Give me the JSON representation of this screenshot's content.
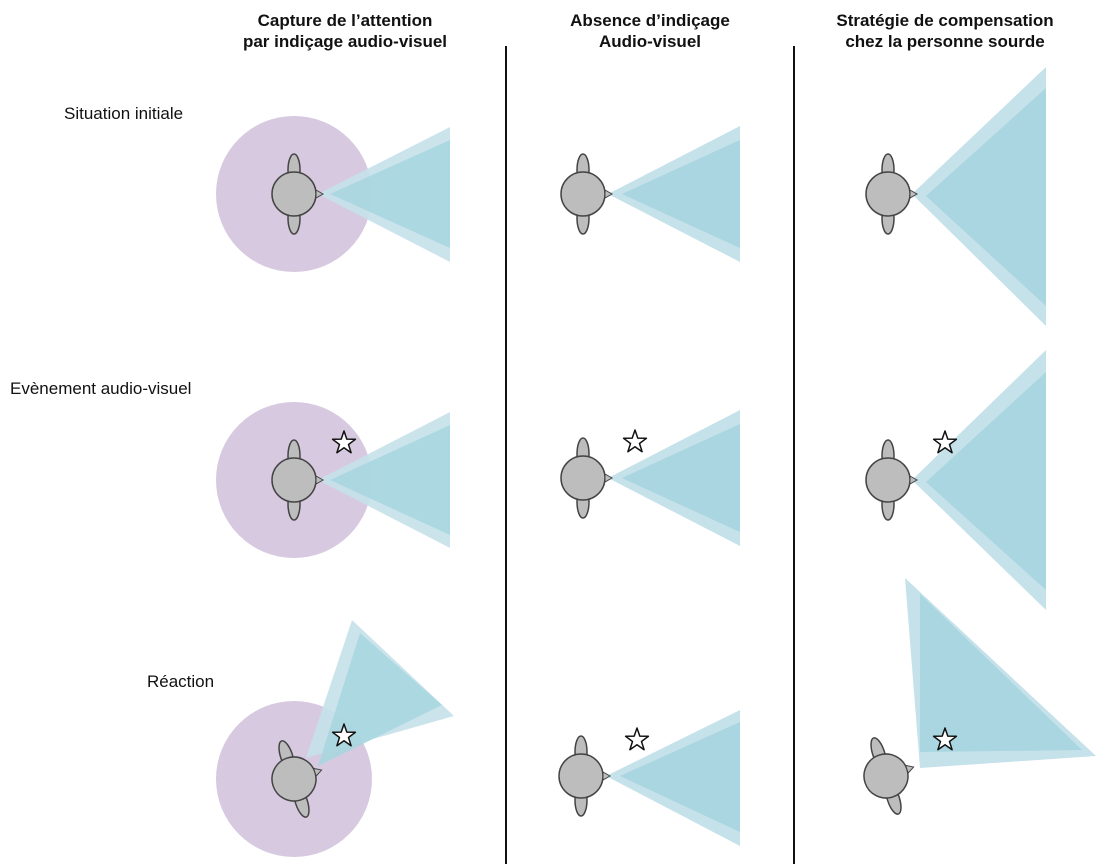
{
  "columns": [
    {
      "title_line1": "Capture de l’attention",
      "title_line2": "par indiçage audio-visuel"
    },
    {
      "title_line1": "Absence d’indiçage",
      "title_line2": "Audio-visuel"
    },
    {
      "title_line1": "Stratégie de compensation",
      "title_line2": "chez la personne sourde"
    }
  ],
  "rows": [
    {
      "label": "Situation initiale"
    },
    {
      "label": "Evènement audio-visuel"
    },
    {
      "label": "Réaction"
    }
  ],
  "colors": {
    "auditory_field": "#cfc0db",
    "visual_field_outer": "#c5e1ea",
    "visual_field_inner": "#a9d6e0",
    "head": "#bdbdbd",
    "outline": "#444444"
  }
}
